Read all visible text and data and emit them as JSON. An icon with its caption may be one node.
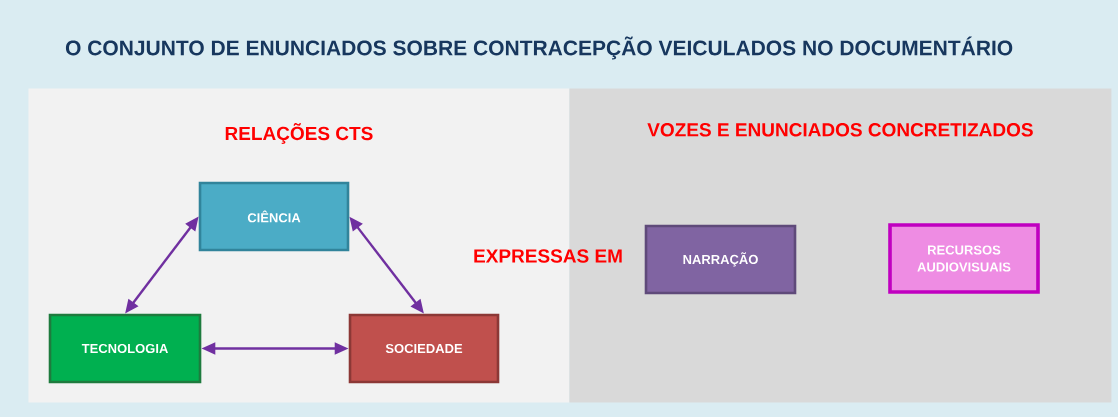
{
  "diagram": {
    "title": "O CONJUNTO DE ENUNCIADOS SOBRE CONTRACEPÇÃO VEICULADOS NO DOCUMENTÁRIO",
    "nodes": [
      {
        "text": [
          "RELAÇÕES CTS"
        ]
      },
      {
        "text": [
          "CIÊNCIA"
        ],
        "in": 0
      },
      {
        "text": [
          "TECNOLOGIA"
        ],
        "in": 0
      },
      {
        "text": [
          "SOCIEDADE"
        ],
        "in": 0
      },
      {
        "text": [
          "VOZES E ENUNCIADOS CONCRETIZADOS"
        ]
      },
      {
        "text": [
          "NARRAÇÃO"
        ],
        "in": 4
      },
      {
        "text": [
          "RECURSOS AUDIOVISUAIS"
        ],
        "in": 4
      }
    ],
    "edges": [
      {
        "from": 1,
        "to": 2,
        "arrow": "both",
        "color": "#7030a0"
      },
      {
        "from": 1,
        "to": 3,
        "arrow": "both",
        "color": "#7030a0"
      },
      {
        "from": 2,
        "to": 3,
        "arrow": "both",
        "color": "#7030a0"
      }
    ],
    "labels": [
      "EXPRESSAS EM"
    ]
  }
}
